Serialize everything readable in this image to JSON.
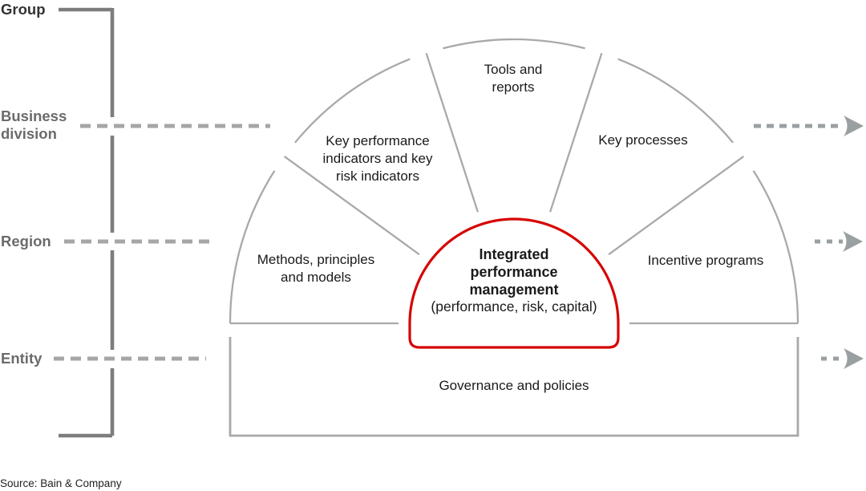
{
  "levels": {
    "group": {
      "label": "Group"
    },
    "business": {
      "line1": "Business",
      "line2": "division"
    },
    "region": {
      "label": "Region"
    },
    "entity": {
      "label": "Entity"
    }
  },
  "sectors": {
    "methods": {
      "line1": "Methods, principles",
      "line2": "and models"
    },
    "kpi": {
      "line1": "Key performance",
      "line2": "indicators and key",
      "line3": "risk indicators"
    },
    "tools": {
      "line1": "Tools and",
      "line2": "reports"
    },
    "processes": {
      "label": "Key processes"
    },
    "incentive": {
      "label": "Incentive programs"
    }
  },
  "center": {
    "line1": "Integrated",
    "line2": "performance",
    "line3": "management",
    "subtitle": "(performance, risk, capital)"
  },
  "governance": {
    "label": "Governance and policies"
  },
  "source": {
    "label": "Source: Bain & Company"
  },
  "colors": {
    "accent_red": "#d60404",
    "fan_line_gray": "#a9a9a9",
    "bracket_gray": "#7d7d7d",
    "dash_gray": "#a6a6a6",
    "arrow_gray": "#9aa0a2",
    "label_gray": "#6b6b6b",
    "group_label": "#333333"
  }
}
